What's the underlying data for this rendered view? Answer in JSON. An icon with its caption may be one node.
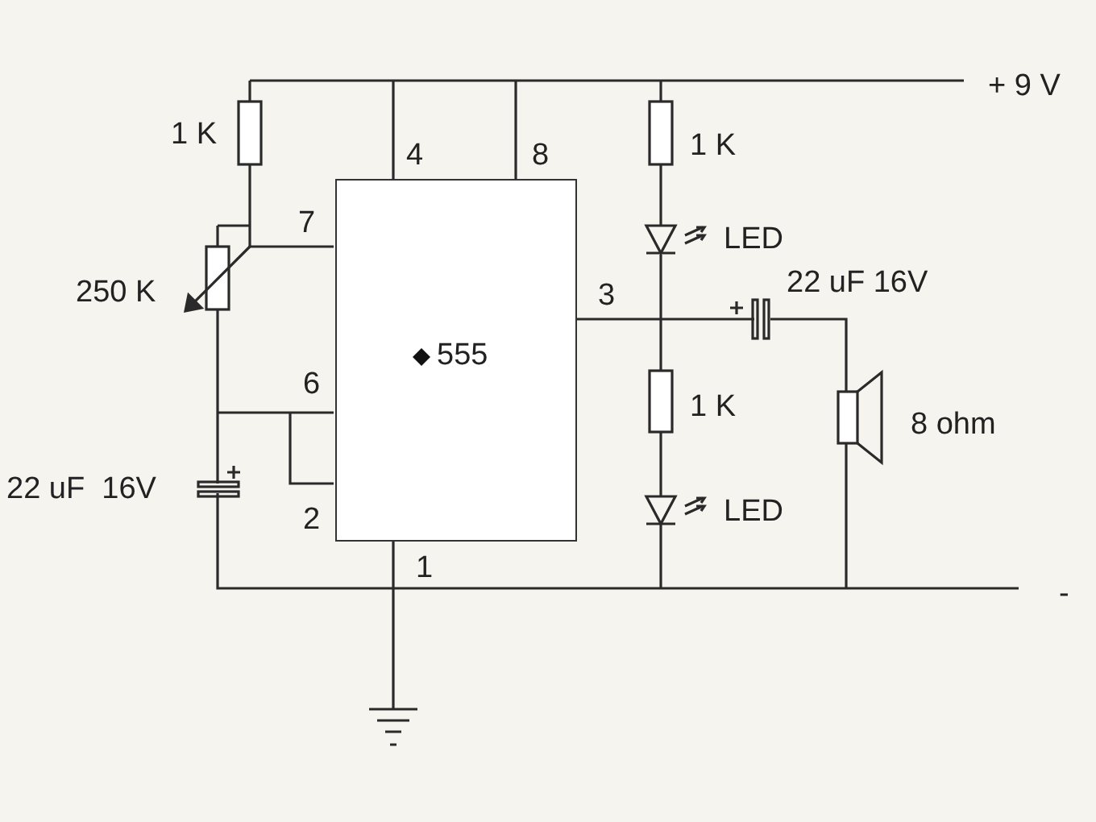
{
  "diagram": {
    "nodes": [
      {
        "text": [
          "555"
        ]
      }
    ],
    "labels": [
      "+ 9 V",
      "1 K",
      "4",
      "8",
      "1 K",
      "7",
      "LED",
      "250 K",
      "3",
      "22 uF 16V",
      "6",
      "1 K",
      "8 ohm",
      "22 uF  16V",
      "LED",
      "2",
      "1",
      "-"
    ]
  }
}
